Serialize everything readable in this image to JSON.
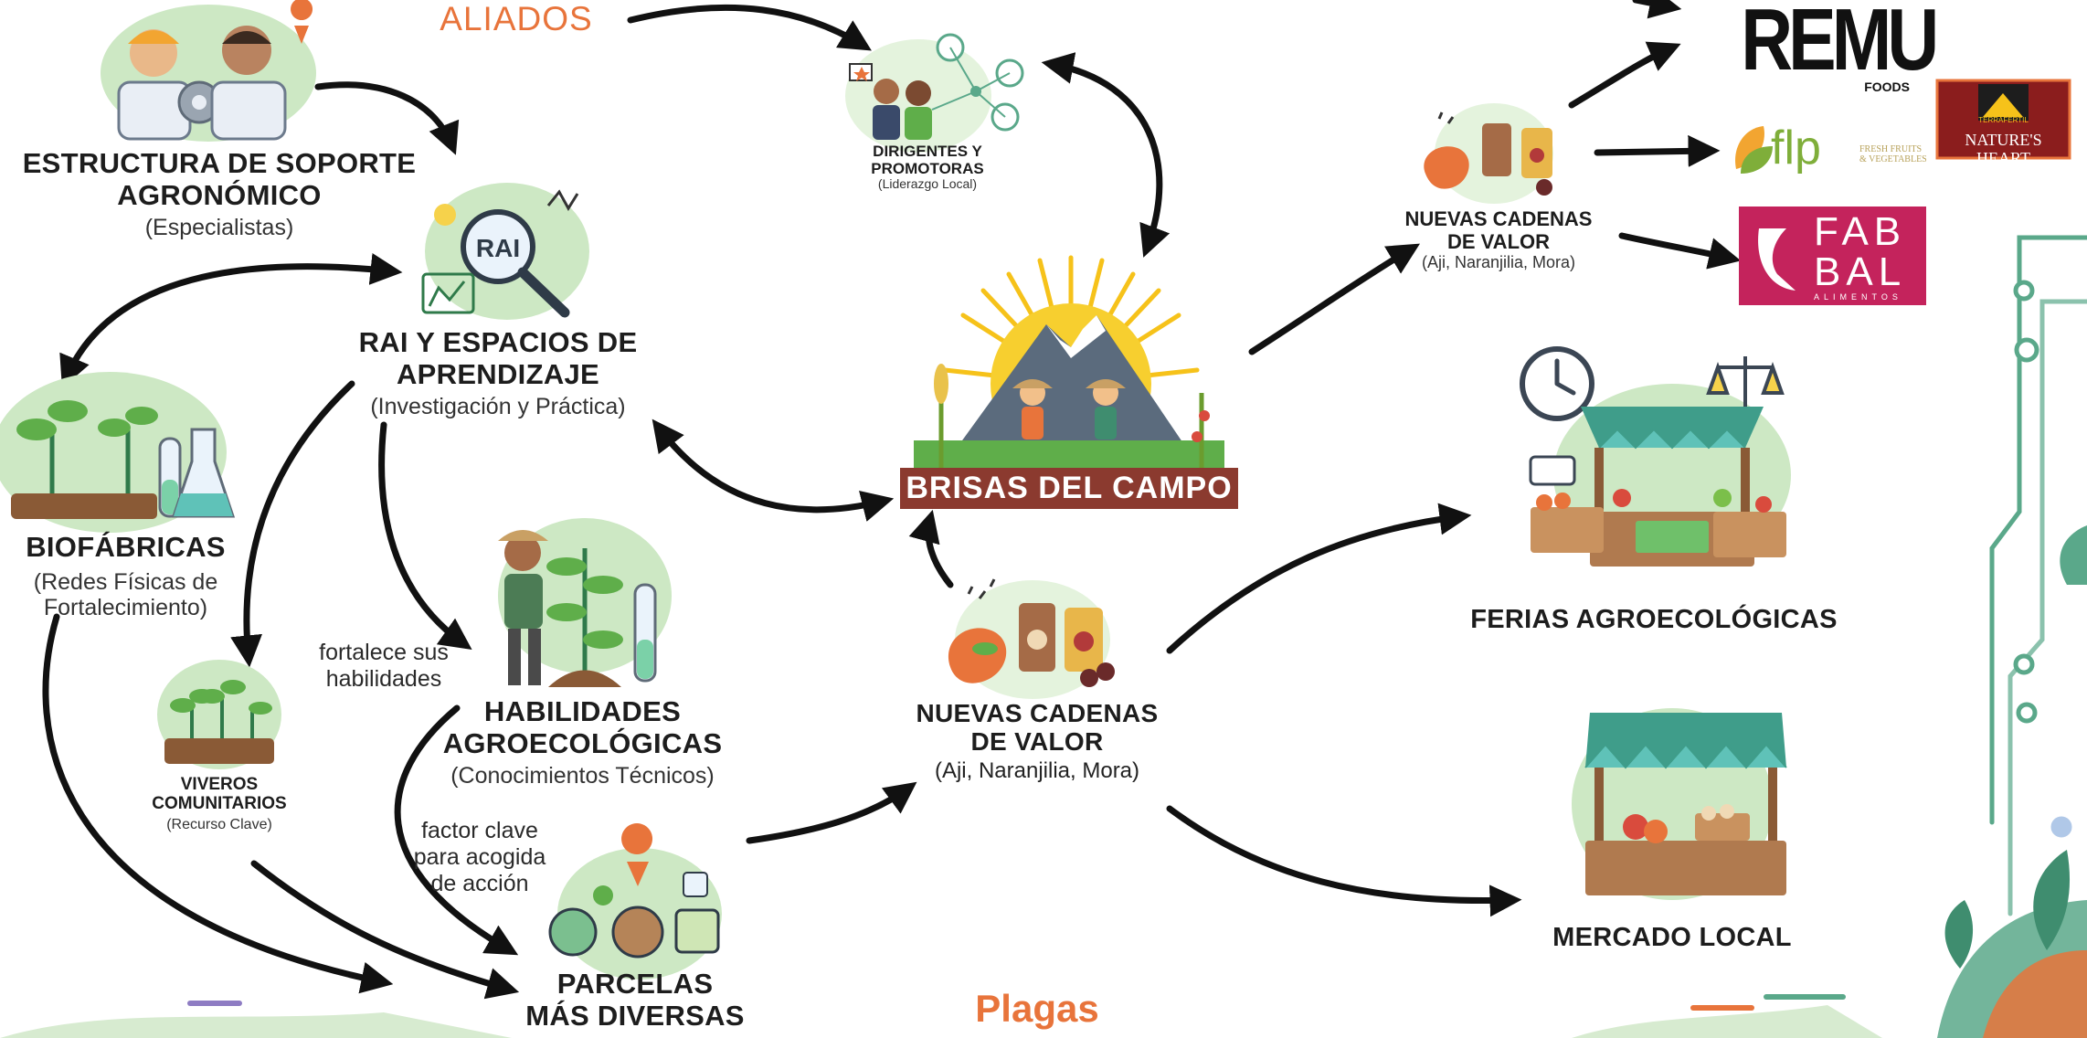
{
  "partners_label": "ALIADOS",
  "pests_label": "Plagas",
  "center_org": {
    "name": "BRISAS DEL CAMPO"
  },
  "nodes": {
    "soporte": {
      "title_l1": "ESTRUCTURA DE SOPORTE",
      "title_l2": "AGRONÓMICO",
      "subtitle": "(Especialistas)"
    },
    "rai": {
      "icon_text": "RAI",
      "title_l1": "RAI Y ESPACIOS DE",
      "title_l2": "APRENDIZAJE",
      "subtitle": "(Investigación y Práctica)"
    },
    "biofabricas": {
      "title": "BIOFÁBRICAS",
      "subtitle_l1": "(Redes Físicas de",
      "subtitle_l2": "Fortalecimiento)"
    },
    "viveros": {
      "title_l1": "VIVEROS",
      "title_l2": "COMUNITARIOS",
      "subtitle": "(Recurso Clave)"
    },
    "habilidades": {
      "title_l1": "HABILIDADES",
      "title_l2": "AGROECOLÓGICAS",
      "subtitle": "(Conocimientos Técnicos)"
    },
    "parcelas": {
      "title_l1": "PARCELAS",
      "title_l2": "MÁS DIVERSAS"
    },
    "dirigentes": {
      "title_l1": "DIRIGENTES Y",
      "title_l2": "PROMOTORAS",
      "subtitle": "(Liderazgo Local)"
    },
    "cadenas_centro": {
      "title_l1": "NUEVAS CADENAS",
      "title_l2": "DE VALOR",
      "subtitle": "(Aji, Naranjilia, Mora)"
    },
    "cadenas_arriba": {
      "title_l1": "NUEVAS CADENAS",
      "title_l2": "DE VALOR",
      "subtitle": "(Aji, Naranjilia, Mora)"
    },
    "ferias": {
      "title": "FERIAS AGROECOLÓGICAS"
    },
    "mercado": {
      "title": "MERCADO LOCAL"
    }
  },
  "edge_notes": {
    "fortalece": {
      "l1": "fortalece sus",
      "l2": "habilidades"
    },
    "factor": {
      "l1": "factor clave",
      "l2": "para acogida",
      "l3": "de acción"
    }
  },
  "brands": {
    "remu": {
      "name": "REMU",
      "sub": "FOODS"
    },
    "flp": {
      "name": "flp",
      "sub_l1": "FRESH FRUITS",
      "sub_l2": "& VEGETABLES"
    },
    "natures_heart": {
      "top": "TERRAFERTIL",
      "name": "NATURE'S HEART"
    },
    "fabbal": {
      "l1": "FAB",
      "l2": "BAL",
      "sub": "ALIMENTOS"
    }
  },
  "colors": {
    "circle_green": "#cde8c4",
    "soft_green": "#e4f3dd",
    "arrow": "#111111",
    "accent_orange": "#e8743b",
    "brand_maroon": "#8b3a2f",
    "fabbal_pink": "#c4235c",
    "flp_green": "#7fae3a",
    "deco_teal": "#5aa88a"
  }
}
